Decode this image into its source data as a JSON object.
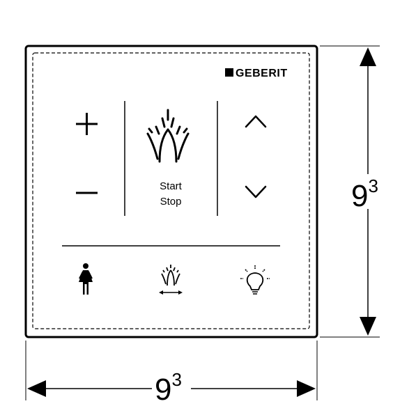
{
  "brand": {
    "logo_text": "GEBERIT"
  },
  "panel": {
    "buttons": [
      {
        "id": "plus",
        "icon": "plus-icon"
      },
      {
        "id": "minus",
        "icon": "minus-icon"
      },
      {
        "id": "spray",
        "icon": "spray-icon"
      },
      {
        "id": "up",
        "icon": "chevron-up-icon"
      },
      {
        "id": "down",
        "icon": "chevron-down-icon"
      },
      {
        "id": "lady",
        "icon": "lady-shower-icon"
      },
      {
        "id": "oscillating",
        "icon": "oscillating-spray-icon"
      },
      {
        "id": "light",
        "icon": "light-bulb-icon"
      }
    ],
    "start_label": "Start",
    "stop_label": "Stop"
  },
  "dimensions": {
    "height_base": "9",
    "height_sup": "3",
    "width_base": "9",
    "width_sup": "3"
  }
}
